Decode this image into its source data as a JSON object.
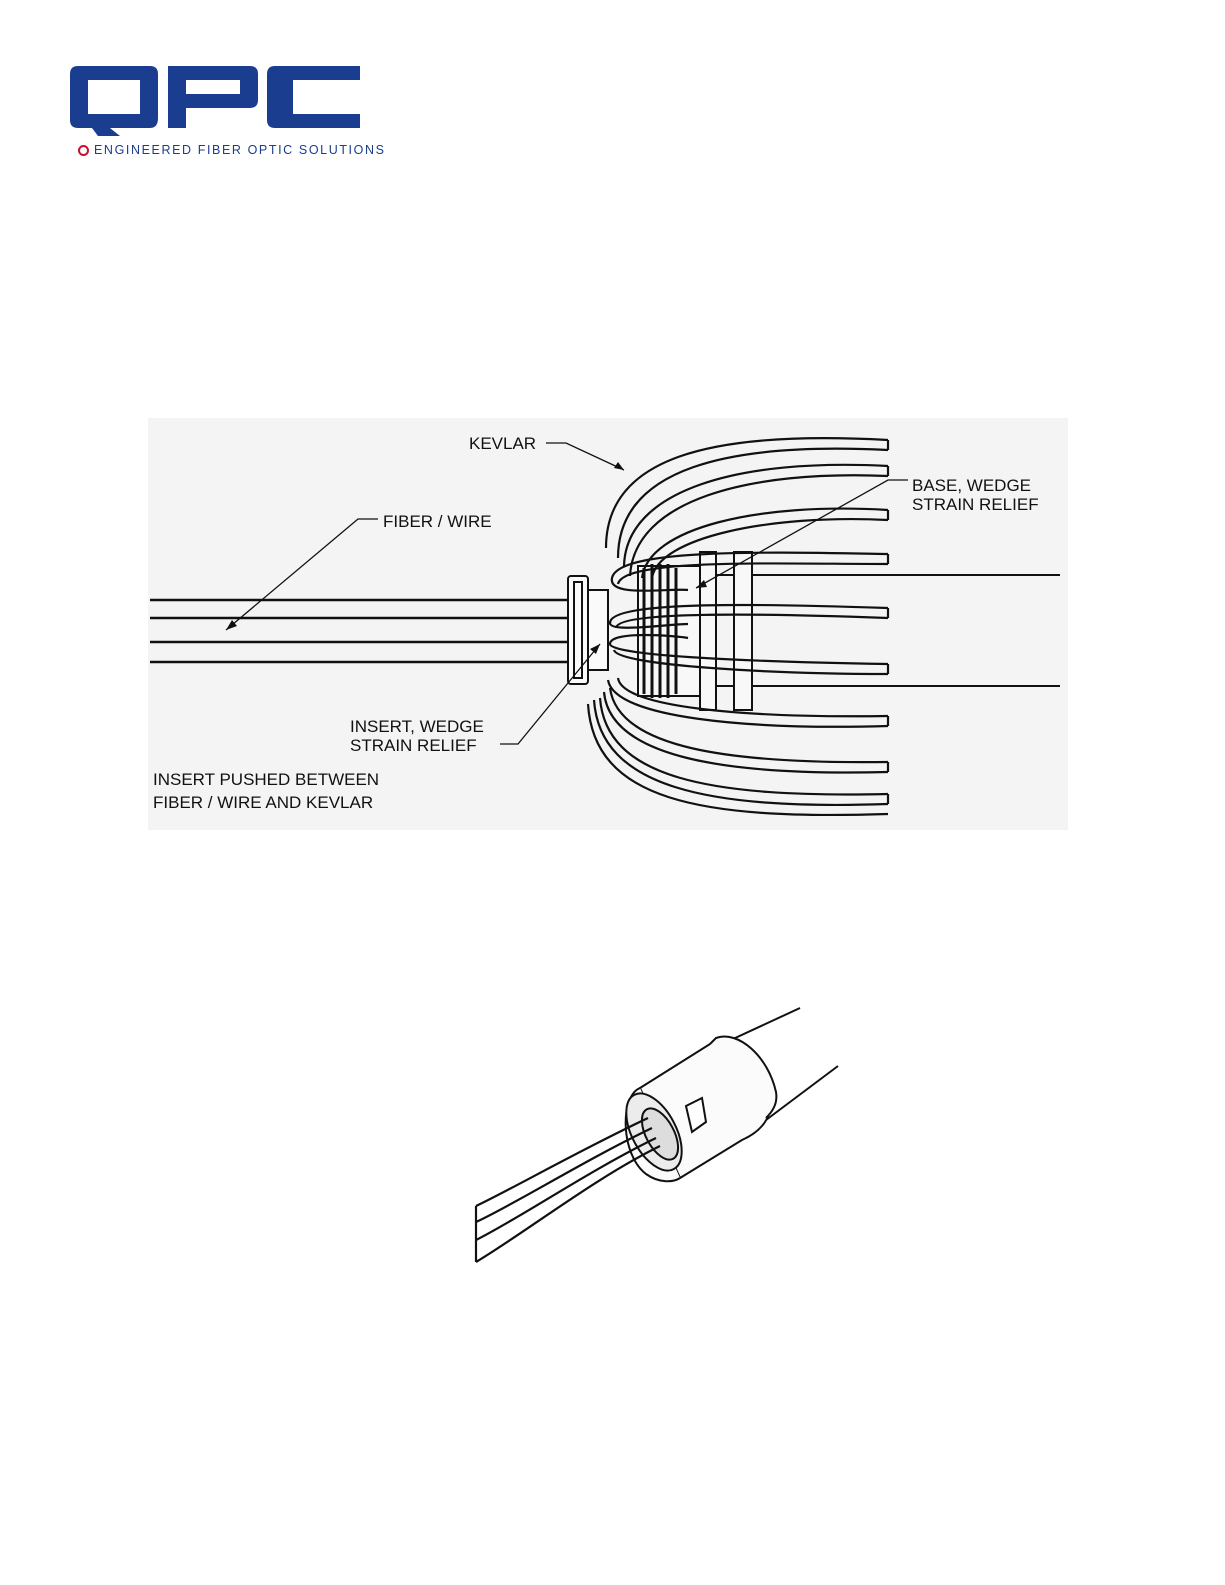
{
  "brand": {
    "logo_text": "QPC",
    "tagline": "ENGINEERED FIBER OPTIC SOLUTIONS",
    "primary_color": "#1b3d8f",
    "accent_color": "#c8102e"
  },
  "figure1": {
    "labels": {
      "kevlar": "KEVLAR",
      "fiber_wire": "FIBER / WIRE",
      "base_line1": "BASE, WEDGE",
      "base_line2": "STRAIN RELIEF",
      "insert_line1": "INSERT, WEDGE",
      "insert_line2": "STRAIN RELIEF",
      "note_line1": "INSERT PUSHED BETWEEN",
      "note_line2": "FIBER / WIRE AND KEVLAR"
    }
  },
  "figure2": {}
}
